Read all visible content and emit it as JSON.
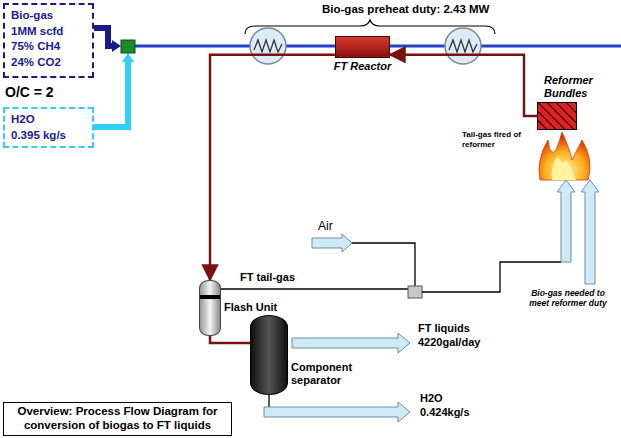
{
  "diagram": {
    "caption": "Overview: Process Flow Diagram for conversion of biogas to FT liquids",
    "nodes": [
      {
        "text": [
          "Bio-gas",
          "1MM scfd",
          "75% CH4",
          "24% CO2"
        ]
      },
      {
        "text": [
          "H2O",
          "0.395 kg/s"
        ]
      },
      {
        "text": [
          "FT Reactor"
        ]
      },
      {
        "text": [
          "Reformer Bundles"
        ]
      },
      {
        "text": [
          "Flash Unit"
        ]
      },
      {
        "text": [
          "Component separator"
        ]
      }
    ],
    "edges": [
      {
        "from": 3,
        "to": 2,
        "arrow": "to"
      },
      {
        "from": 2,
        "to": 4,
        "arrow": "to"
      },
      {
        "from": 4,
        "to": 5,
        "arrow": "none"
      }
    ],
    "labels": [
      "O/C = 2",
      "Bio-gas preheat duty: 2.43 MW",
      "Tail-gas fired of reformer",
      "Air",
      "FT tail-gas",
      "FT liquids",
      "4220gal/day",
      "H2O",
      "0.424kg/s",
      "Bio-gas needed to meet reformer duty"
    ]
  }
}
